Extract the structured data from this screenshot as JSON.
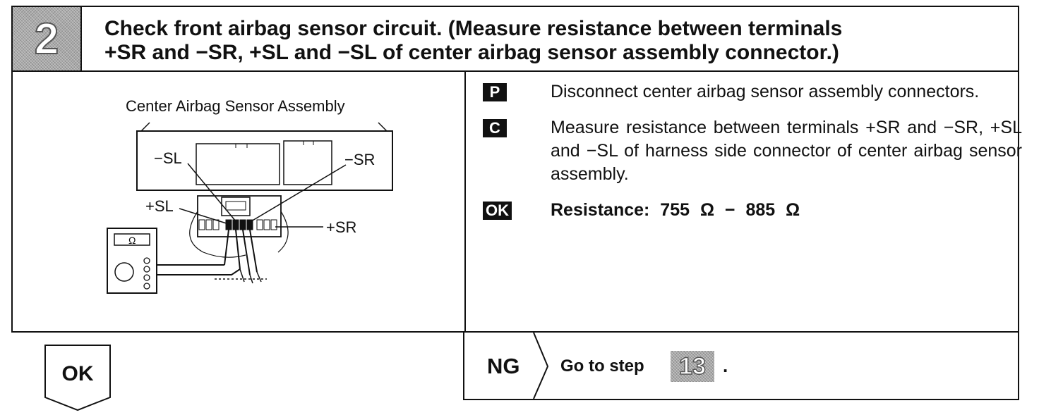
{
  "header": {
    "step_number": "2",
    "title_line1": "Check front airbag sensor circuit. (Measure resistance between terminals",
    "title_line2": "+SR and −SR, +SL and −SL of center airbag sensor assembly connector.)"
  },
  "diagram": {
    "title": "Center Airbag Sensor Assembly",
    "labels": {
      "minus_sl": "−SL",
      "minus_sr": "−SR",
      "plus_sl": "+SL",
      "plus_sr": "+SR",
      "ohm": "Ω"
    }
  },
  "steps": [
    {
      "badge": "P",
      "text": "Disconnect center airbag sensor assembly connectors."
    },
    {
      "badge": "C",
      "text": "Measure resistance between terminals +SR and −SR, +SL and −SL of harness side connector of center airbag sensor assembly."
    },
    {
      "badge": "OK",
      "text": "Resistance:  755 Ω − 885 Ω"
    }
  ],
  "result_ok": {
    "label": "OK"
  },
  "result_ng": {
    "label": "NG",
    "goto_text": "Go to step",
    "goto_step": "13",
    "period": "."
  }
}
